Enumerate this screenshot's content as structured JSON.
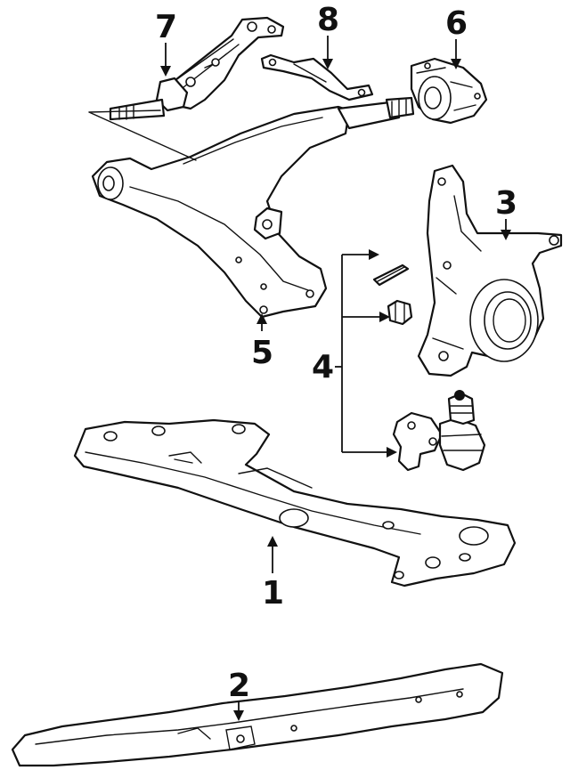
{
  "diagram": {
    "colors": {
      "ink": "#111111",
      "background": "#ffffff"
    },
    "callouts": [
      {
        "id": "c7",
        "label": "7"
      },
      {
        "id": "c8",
        "label": "8"
      },
      {
        "id": "c6",
        "label": "6"
      },
      {
        "id": "c3",
        "label": "3"
      },
      {
        "id": "c5",
        "label": "5"
      },
      {
        "id": "c4",
        "label": "4"
      },
      {
        "id": "c1",
        "label": "1"
      },
      {
        "id": "c2",
        "label": "2"
      }
    ]
  }
}
